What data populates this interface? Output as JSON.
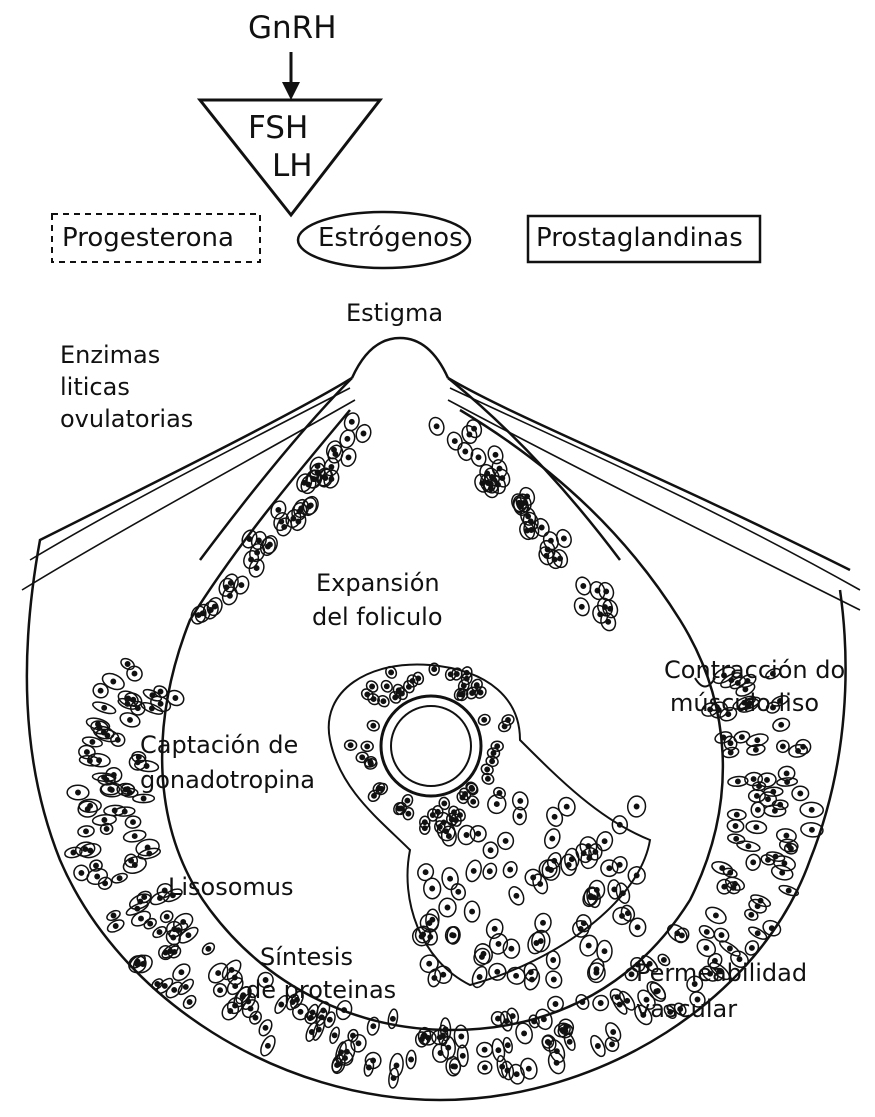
{
  "hormones": {
    "gnrh": "GnRH",
    "fsh": "FSH",
    "lh": "LH",
    "progesterona": "Progesterona",
    "estrogenos": "Estrógenos",
    "prostaglandinas": "Prostaglandinas"
  },
  "labels": {
    "estigma": "Estigma",
    "enzimas_1": "Enzimas",
    "enzimas_2": "liticas",
    "enzimas_3": "ovulatorias",
    "expansion_1": "Expansión",
    "expansion_2": "del foliculo",
    "contraccion_1": "Contracción do",
    "contraccion_2": "músculo liso",
    "captacion_1": "Captación de",
    "captacion_2": "gonadotropina",
    "lisosomas": "Lisosomus",
    "sintesis_1": "Síntesis",
    "sintesis_2": "de proteinas",
    "permeabilidad_1": "Permeabilidad",
    "permeabilidad_2": "vascular"
  },
  "colors": {
    "ink": "#111111",
    "paper": "#ffffff"
  }
}
